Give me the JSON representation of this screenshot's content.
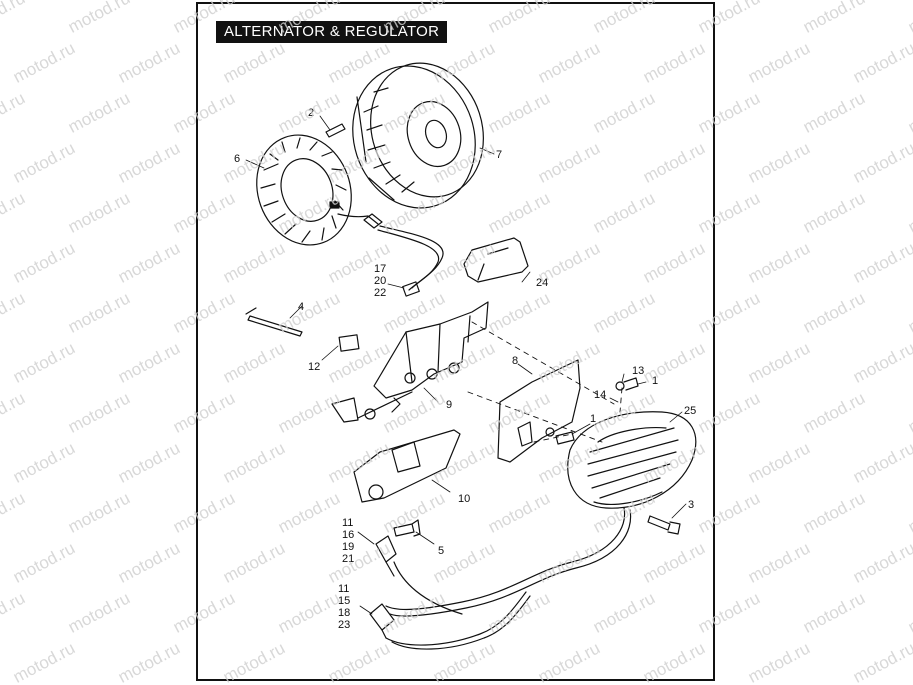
{
  "title": "ALTERNATOR & REGULATOR",
  "watermark": "motod.ru",
  "colors": {
    "line": "#111111",
    "watermark": "#cfcfcf",
    "title_bg": "#111111",
    "title_fg": "#ffffff"
  },
  "callouts": {
    "c1a": "1",
    "c1b": "1",
    "c2": "2",
    "c3": "3",
    "c4": "4",
    "c5": "5",
    "c6": "6",
    "c7": "7",
    "c8": "8",
    "c9": "9",
    "c10": "10",
    "c12": "12",
    "c13": "13",
    "c14": "14",
    "c24": "24",
    "c25": "25",
    "g17": [
      "17",
      "20",
      "22"
    ],
    "g11a": [
      "11",
      "16",
      "19",
      "21"
    ],
    "g11b": [
      "11",
      "15",
      "18",
      "23"
    ]
  }
}
